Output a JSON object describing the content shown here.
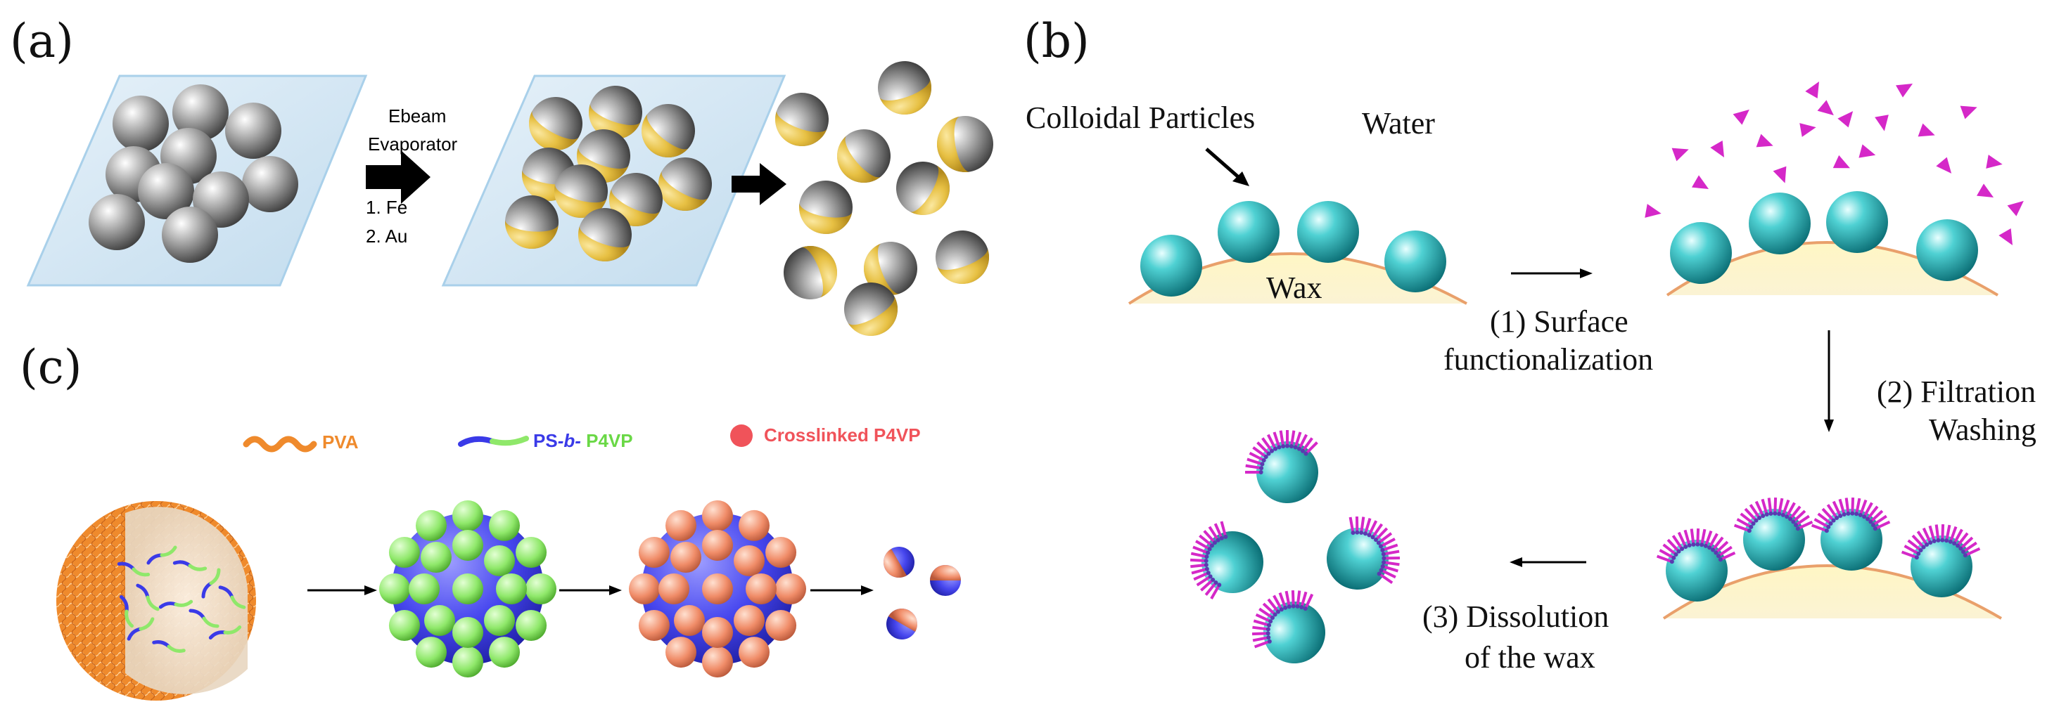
{
  "panels": {
    "a": "(a)",
    "b": "(b)",
    "c": "(c)"
  },
  "panel_a": {
    "step_title_line1": "Ebeam",
    "step_title_line2": "Evaporator",
    "step1": "1.   Fe",
    "step2": "2.   Au"
  },
  "panel_b": {
    "particles_label": "Colloidal Particles",
    "water_label": "Water",
    "wax_label": "Wax",
    "step1_line1": "(1) Surface",
    "step1_line2": "functionalization",
    "step2_line1": "(2) Filtration",
    "step2_line2": "Washing",
    "step3_line1": "(3) Dissolution",
    "step3_line2": "of the wax"
  },
  "panel_c": {
    "legend_pva": "PVA",
    "legend_ps": "PS",
    "legend_b": "-b-",
    "legend_p4vp": " P4VP",
    "legend_crosslinked": "Crosslinked P4VP"
  },
  "colors": {
    "gold": "#e7c043",
    "gray": "#9a9a9a",
    "teal": "#19a9b0",
    "magenta": "#d528c8",
    "pva_orange": "#ef8a2c",
    "ps_blue": "#3a3ae8",
    "p4vp_green": "#8fe86a",
    "crosslinked_salmon": "#f08c68",
    "slide_blue": "#cfe4f2"
  },
  "icons": [
    "arrow-right-icon",
    "arrow-down-icon",
    "arrow-left-icon"
  ]
}
